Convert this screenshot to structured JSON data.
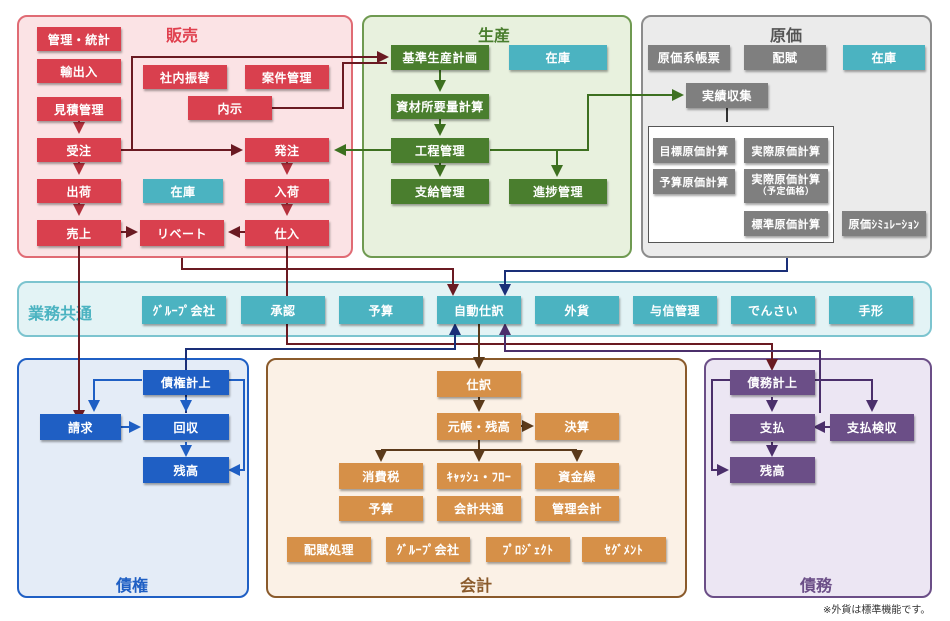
{
  "panels": {
    "sales": {
      "title": "販売",
      "color": "#e0404e"
    },
    "production": {
      "title": "生産",
      "color": "#4a7e2e"
    },
    "cost": {
      "title": "原価",
      "color": "#555555"
    },
    "common": {
      "title": "業務共通",
      "color": "#4bb3c1"
    },
    "receivables": {
      "title": "債権",
      "color": "#1f5fc4"
    },
    "accounting": {
      "title": "会計",
      "color": "#8a5a2b"
    },
    "payables": {
      "title": "債務",
      "color": "#6b4e87"
    }
  },
  "sales": {
    "mgmt_stats": "管理・統計",
    "import_export": "輸出入",
    "estimate": "見積管理",
    "order_received": "受注",
    "shipment": "出荷",
    "sales_record": "売上",
    "internal_transfer": "社内振替",
    "project_mgmt": "案件管理",
    "informal_notice": "内示",
    "purchase_order": "発注",
    "inventory": "在庫",
    "receiving": "入荷",
    "rebate": "リベート",
    "purchase": "仕入"
  },
  "production": {
    "master_plan": "基準生産計画",
    "inventory": "在庫",
    "mrp": "資材所要量計算",
    "process_mgmt": "工程管理",
    "supply_mgmt": "支給管理",
    "progress_mgmt": "進捗管理"
  },
  "cost": {
    "cost_ledger": "原価系帳票",
    "allocation": "配賦",
    "inventory": "在庫",
    "actual_collection": "実績収集",
    "target_cost": "目標原価計算",
    "actual_cost": "実際原価計算",
    "budget_cost": "予算原価計算",
    "actual_cost_planned": "実際原価計算",
    "actual_cost_planned_sub": "（予定価格）",
    "standard_cost": "標準原価計算",
    "cost_simulation": "原価ｼﾐｭﾚｰｼｮﾝ"
  },
  "common": {
    "group_company": "ｸﾞﾙｰﾌﾟ会社",
    "approval": "承認",
    "budget": "予算",
    "auto_journal": "自動仕訳",
    "foreign_currency": "外貨",
    "credit_mgmt": "与信管理",
    "densai": "でんさい",
    "bill": "手形"
  },
  "receivables": {
    "receivable_record": "債権計上",
    "billing": "請求",
    "collection": "回収",
    "balance": "残高"
  },
  "accounting": {
    "journal": "仕訳",
    "ledger_balance": "元帳・残高",
    "closing": "決算",
    "consumption_tax": "消費税",
    "cash_flow": "ｷｬｯｼｭ・ﾌﾛｰ",
    "cash_schedule": "資金繰",
    "budget": "予算",
    "accounting_common": "会計共通",
    "management_accounting": "管理会計",
    "allocation_processing": "配賦処理",
    "group_company": "ｸﾞﾙｰﾌﾟ会社",
    "project": "ﾌﾟﾛｼﾞｪｸﾄ",
    "segment": "ｾｸﾞﾒﾝﾄ"
  },
  "payables": {
    "payable_record": "債務計上",
    "payment": "支払",
    "payment_check": "支払検収",
    "balance": "残高"
  },
  "footnote": "※外貨は標準機能です。"
}
